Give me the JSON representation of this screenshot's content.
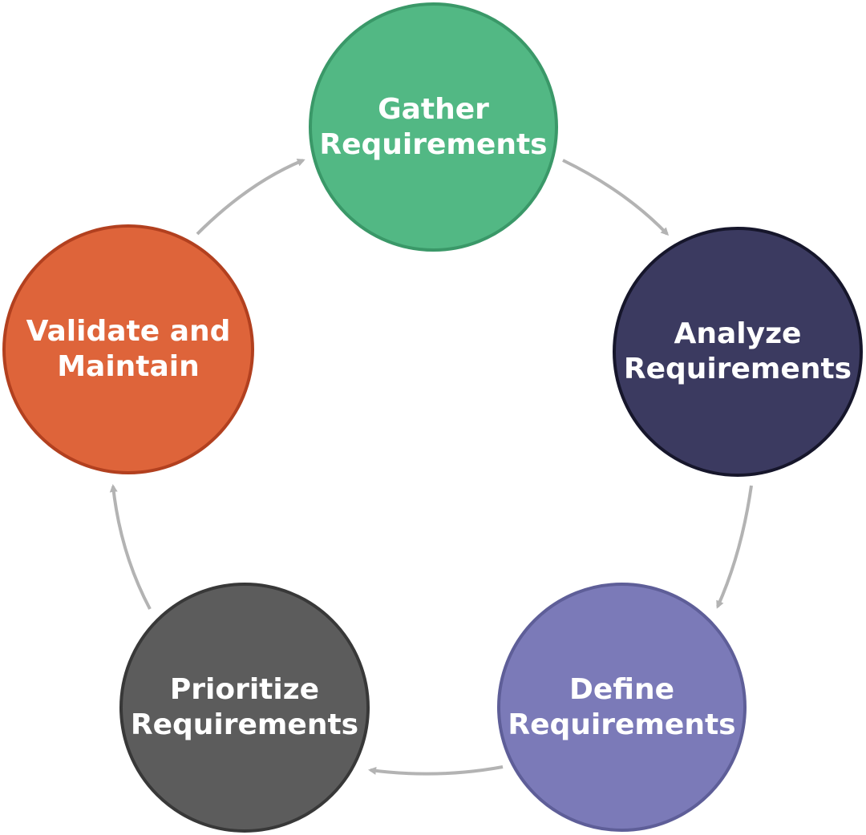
{
  "diagram": {
    "type": "cycle",
    "nodes": [
      {
        "id": "gather",
        "label": "Gather\nRequirements",
        "color": "#52b884"
      },
      {
        "id": "analyze",
        "label": "Analyze\nRequirements",
        "color": "#3b3a60"
      },
      {
        "id": "define",
        "label": "Define\nRequirements",
        "color": "#7b7ab8"
      },
      {
        "id": "prioritize",
        "label": "Prioritize\nRequirements",
        "color": "#5c5c5c"
      },
      {
        "id": "validate",
        "label": "Validate and\nMaintain",
        "color": "#de643a"
      }
    ],
    "edges": [
      {
        "from": "gather",
        "to": "analyze"
      },
      {
        "from": "analyze",
        "to": "define"
      },
      {
        "from": "define",
        "to": "prioritize"
      },
      {
        "from": "prioritize",
        "to": "validate"
      },
      {
        "from": "validate",
        "to": "gather"
      }
    ],
    "arrow_color": "#b3b3b3",
    "label_color": "#ffffff"
  }
}
